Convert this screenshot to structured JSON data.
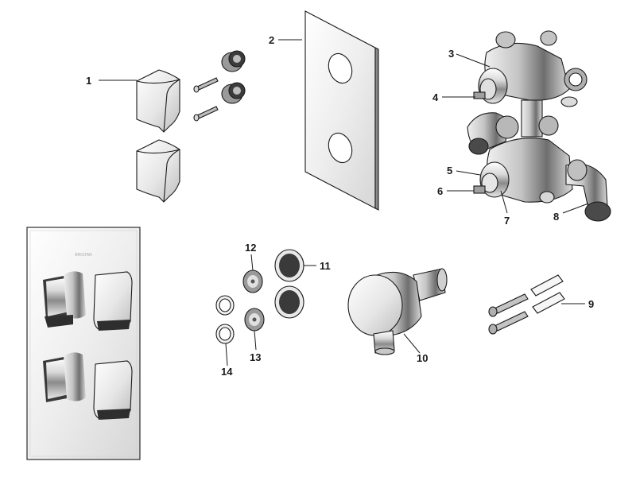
{
  "diagram": {
    "parts": [
      {
        "id": "part-1",
        "number": "1",
        "name": "lever-handle-upper"
      },
      {
        "id": "part-2",
        "number": "2",
        "name": "faceplate"
      },
      {
        "id": "part-3",
        "number": "3",
        "name": "thermostatic-cartridge"
      },
      {
        "id": "part-4",
        "number": "4",
        "name": "cartridge-spindle-upper"
      },
      {
        "id": "part-5",
        "number": "5",
        "name": "flow-cartridge-ring"
      },
      {
        "id": "part-6",
        "number": "6",
        "name": "cartridge-spindle-lower"
      },
      {
        "id": "part-7",
        "number": "7",
        "name": "flow-cartridge"
      },
      {
        "id": "part-8",
        "number": "8",
        "name": "elbow-connector"
      },
      {
        "id": "part-9",
        "number": "9",
        "name": "wall-plugs"
      },
      {
        "id": "part-10",
        "number": "10",
        "name": "wall-outlet"
      },
      {
        "id": "part-11",
        "number": "11",
        "name": "filter-washer"
      },
      {
        "id": "part-12",
        "number": "12",
        "name": "check-valve-upper"
      },
      {
        "id": "part-13",
        "number": "13",
        "name": "check-valve-lower"
      },
      {
        "id": "part-14",
        "number": "14",
        "name": "o-rings"
      }
    ],
    "plate_brand": "BRISTAN"
  },
  "colors": {
    "ink": "#1a1a1a",
    "chrome_light": "#f4f4f4",
    "chrome_mid": "#b9b9b9",
    "chrome_dark": "#5b5b5b",
    "filter_mesh": "#3a3a3a"
  }
}
